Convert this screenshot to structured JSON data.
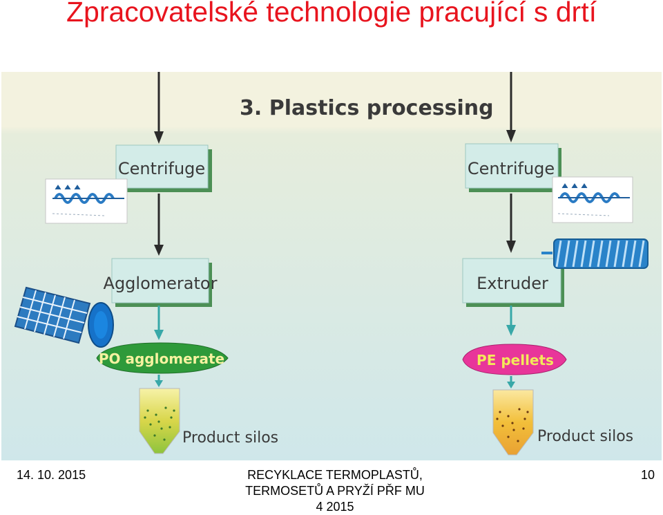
{
  "slide": {
    "title": "Zpracovatelské technologie pracující s drtí"
  },
  "figure": {
    "heading": "3. Plastics processing",
    "left": {
      "step1": "Centrifuge",
      "step2": "Agglomerator",
      "output": "PO agglomerate",
      "silos": "Product silos"
    },
    "right": {
      "step1": "Centrifuge",
      "step2": "Extruder",
      "output": "PE pellets",
      "silos": "Product silos"
    }
  },
  "footer": {
    "date": "14. 10. 2015",
    "center_line1": "RECYKLACE TERMOPLASTŮ,",
    "center_line2": "TERMOSETŮ A PRYŽÍ PŘF MU",
    "center_line3": "4 2015",
    "page": "10"
  },
  "colors": {
    "title": "#e8141e",
    "box_fill": "#d3ece8",
    "box_shade": "#4c8f55",
    "output_left": "#2e9a3a",
    "output_right": "#e8359a",
    "arrow": "#2b2b2b",
    "teal_arrow": "#38a8a8"
  }
}
